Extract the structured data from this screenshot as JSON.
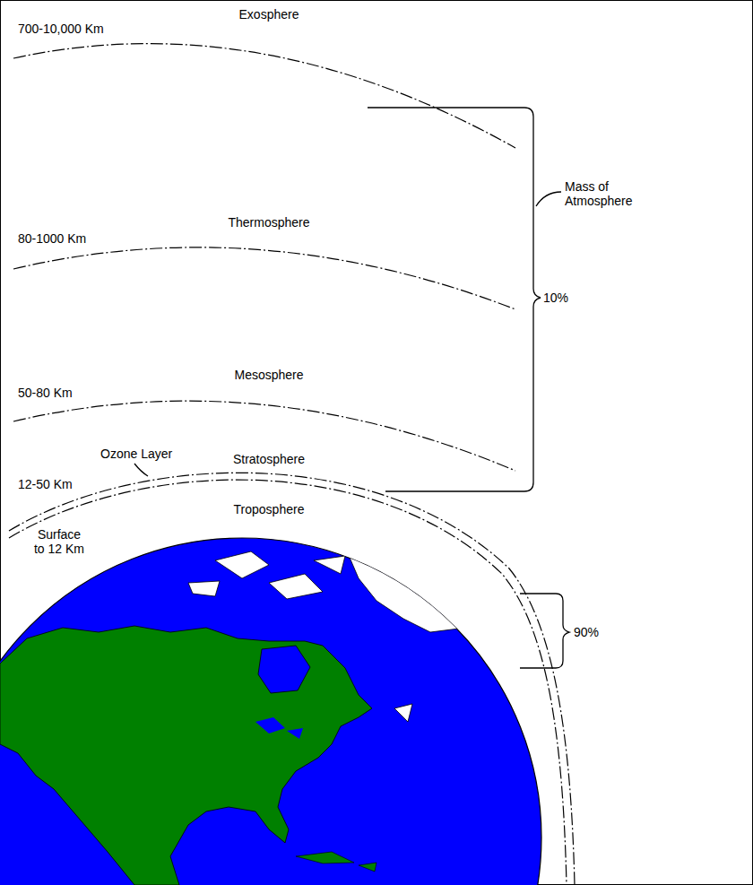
{
  "diagram": {
    "labels": [
      "Exosphere",
      "700-10,000 Km",
      "Thermosphere",
      "80-1000 Km",
      "Mesosphere",
      "50-80 Km",
      "Ozone Layer",
      "Stratosphere",
      "12-50 Km",
      "Troposphere",
      "Surface to 12 Km",
      "Mass of Atmosphere",
      "10%",
      "90%"
    ]
  }
}
